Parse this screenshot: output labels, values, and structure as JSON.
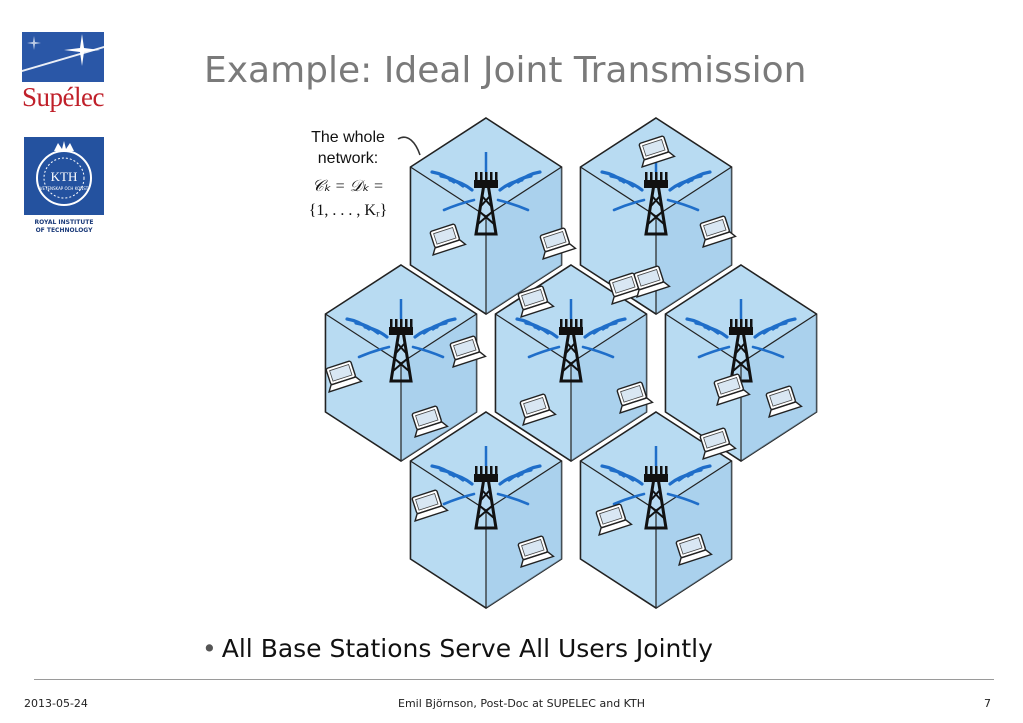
{
  "logos": {
    "supelec": {
      "text": "Supélec",
      "color": "#c0202a",
      "box_color": "#2a57a7"
    },
    "kth": {
      "text": "KTH",
      "motto": "VETENSKAP OCH KONST",
      "subtitle_line1": "ROYAL INSTITUTE",
      "subtitle_line2": "OF TECHNOLOGY",
      "color": "#24529f"
    }
  },
  "slide": {
    "title": "Example: Ideal Joint Transmission",
    "bullet": "All Base Stations Serve All Users Jointly"
  },
  "diagram": {
    "callout_line1": "The whole",
    "callout_line2": "network:",
    "callout_math1": "𝒞ₖ = 𝒟ₖ =",
    "callout_math2": "{1, . . . , Kᵣ}",
    "cell_fill": "#b8dbf2",
    "cell_top_fill": "#a8d0ee",
    "cell_right_fill": "#9cc7e8",
    "signal_color": "#1f6ec9"
  },
  "footer": {
    "date": "2013-05-24",
    "author": "Emil Björnson, Post-Doc at SUPELEC and KTH",
    "page": "7"
  }
}
